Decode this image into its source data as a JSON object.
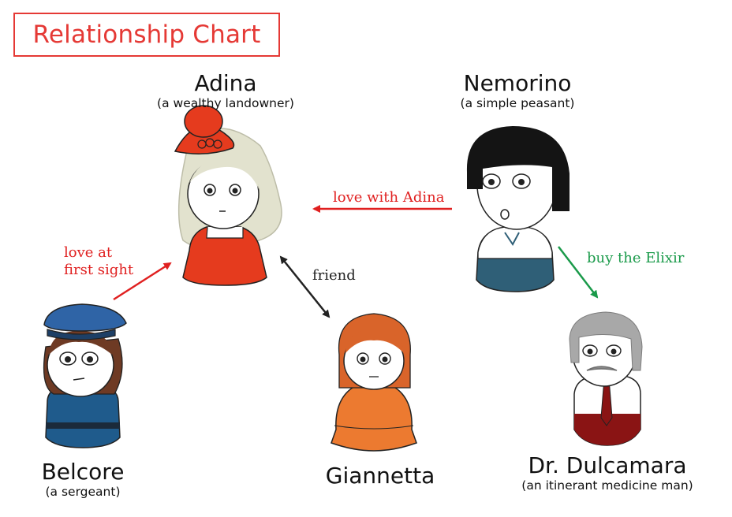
{
  "title": "Relationship Chart",
  "characters": {
    "adina": {
      "name": "Adina",
      "desc": "(a wealthy landowner)"
    },
    "nemorino": {
      "name": "Nemorino",
      "desc": "(a simple peasant)"
    },
    "belcore": {
      "name": "Belcore",
      "desc": "(a sergeant)"
    },
    "giannetta": {
      "name": "Giannetta"
    },
    "dulcamara": {
      "name": "Dr. Dulcamara",
      "desc": "(an itinerant medicine man)"
    }
  },
  "relations": {
    "love_with_adina": "love with Adina",
    "love_first_sight_1": "love at",
    "love_first_sight_2": "first sight",
    "friend": "friend",
    "buy_elixir": "buy the Elixir"
  },
  "colors": {
    "title": "#e53935",
    "love": "#e02020",
    "friend": "#222222",
    "buy": "#1a9a4a"
  }
}
